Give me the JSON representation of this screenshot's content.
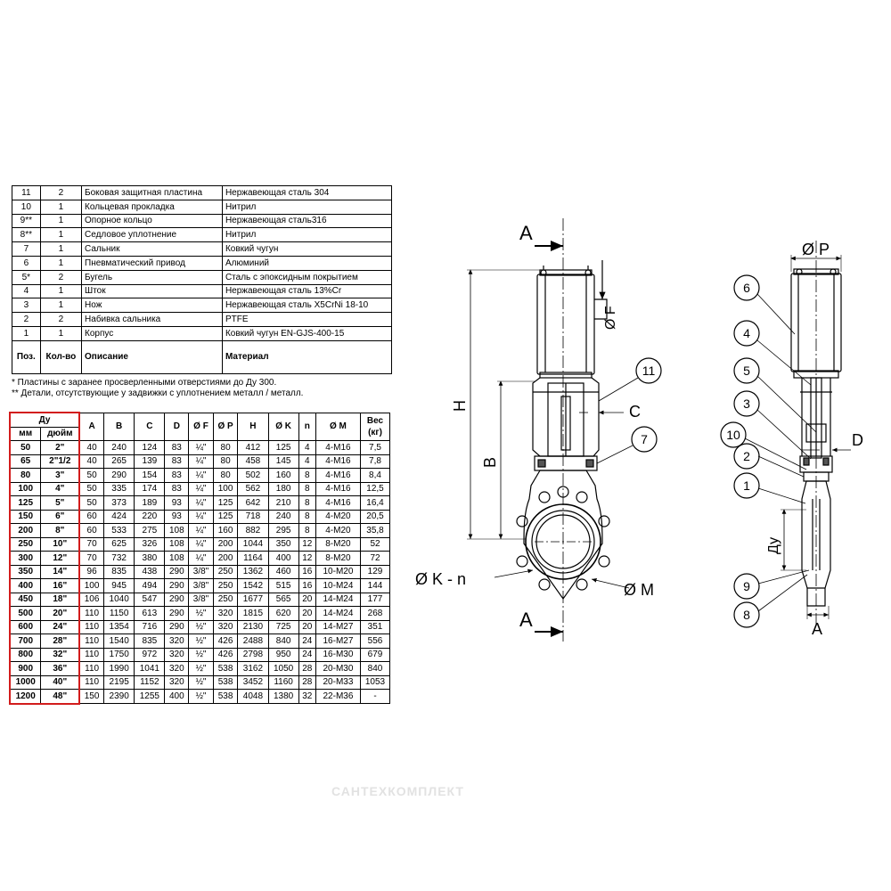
{
  "parts_table": {
    "rows": [
      {
        "pos": "11",
        "qty": "2",
        "desc": "Боковая защитная пластина",
        "mat": "Нержавеющая сталь 304"
      },
      {
        "pos": "10",
        "qty": "1",
        "desc": "Кольцевая прокладка",
        "mat": "Нитрил"
      },
      {
        "pos": "9**",
        "qty": "1",
        "desc": "Опорное кольцо",
        "mat": "Нержавеющая сталь316"
      },
      {
        "pos": "8**",
        "qty": "1",
        "desc": "Седловое уплотнение",
        "mat": "Нитрил"
      },
      {
        "pos": "7",
        "qty": "1",
        "desc": "Сальник",
        "mat": "Ковкий чугун"
      },
      {
        "pos": "6",
        "qty": "1",
        "desc": "Пневматический привод",
        "mat": "Алюминий"
      },
      {
        "pos": "5*",
        "qty": "2",
        "desc": "Бугель",
        "mat": "Сталь с эпоксидным покрытием"
      },
      {
        "pos": "4",
        "qty": "1",
        "desc": "Шток",
        "mat": "Нержавеющая сталь 13%Cr"
      },
      {
        "pos": "3",
        "qty": "1",
        "desc": "Нож",
        "mat": "Нержавеющая сталь X5CrNi 18-10"
      },
      {
        "pos": "2",
        "qty": "2",
        "desc": "Набивка сальника",
        "mat": "PTFE"
      },
      {
        "pos": "1",
        "qty": "1",
        "desc": "Корпус",
        "mat": "Ковкий чугун EN-GJS-400-15"
      }
    ],
    "header": {
      "pos": "Поз.",
      "qty": "Кол-во",
      "desc": "Описание",
      "mat": "Материал"
    }
  },
  "notes": {
    "note1": "* Пластины с заранее просверленными отверстиями до Ду 300.",
    "note2": "** Детали, отсутствующие у задвижки с уплотнением металл / металл."
  },
  "dims_table": {
    "header": {
      "du": "Ду",
      "mm": "мм",
      "inch": "дюйм",
      "A": "A",
      "B": "B",
      "C": "C",
      "D": "D",
      "F": "Ø F",
      "P": "Ø P",
      "H": "H",
      "K": "Ø K",
      "n": "n",
      "M": "Ø M",
      "wt": "Вес (кг)"
    },
    "rows": [
      [
        "50",
        "2\"",
        "40",
        "240",
        "124",
        "83",
        "¼\"",
        "80",
        "412",
        "125",
        "4",
        "4-M16",
        "7,5"
      ],
      [
        "65",
        "2\"1/2",
        "40",
        "265",
        "139",
        "83",
        "¼\"",
        "80",
        "458",
        "145",
        "4",
        "4-M16",
        "7,8"
      ],
      [
        "80",
        "3\"",
        "50",
        "290",
        "154",
        "83",
        "¼\"",
        "80",
        "502",
        "160",
        "8",
        "4-M16",
        "8,4"
      ],
      [
        "100",
        "4\"",
        "50",
        "335",
        "174",
        "83",
        "¼\"",
        "100",
        "562",
        "180",
        "8",
        "4-M16",
        "12,5"
      ],
      [
        "125",
        "5\"",
        "50",
        "373",
        "189",
        "93",
        "¼\"",
        "125",
        "642",
        "210",
        "8",
        "4-M16",
        "16,4"
      ],
      [
        "150",
        "6\"",
        "60",
        "424",
        "220",
        "93",
        "¼\"",
        "125",
        "718",
        "240",
        "8",
        "4-M20",
        "20,5"
      ],
      [
        "200",
        "8\"",
        "60",
        "533",
        "275",
        "108",
        "¼\"",
        "160",
        "882",
        "295",
        "8",
        "4-M20",
        "35,8"
      ],
      [
        "250",
        "10\"",
        "70",
        "625",
        "326",
        "108",
        "¼\"",
        "200",
        "1044",
        "350",
        "12",
        "8-M20",
        "52"
      ],
      [
        "300",
        "12\"",
        "70",
        "732",
        "380",
        "108",
        "¼\"",
        "200",
        "1164",
        "400",
        "12",
        "8-M20",
        "72"
      ],
      [
        "350",
        "14\"",
        "96",
        "835",
        "438",
        "290",
        "3/8\"",
        "250",
        "1362",
        "460",
        "16",
        "10-M20",
        "129"
      ],
      [
        "400",
        "16\"",
        "100",
        "945",
        "494",
        "290",
        "3/8\"",
        "250",
        "1542",
        "515",
        "16",
        "10-M24",
        "144"
      ],
      [
        "450",
        "18\"",
        "106",
        "1040",
        "547",
        "290",
        "3/8\"",
        "250",
        "1677",
        "565",
        "20",
        "14-M24",
        "177"
      ],
      [
        "500",
        "20\"",
        "110",
        "1150",
        "613",
        "290",
        "½\"",
        "320",
        "1815",
        "620",
        "20",
        "14-M24",
        "268"
      ],
      [
        "600",
        "24\"",
        "110",
        "1354",
        "716",
        "290",
        "½\"",
        "320",
        "2130",
        "725",
        "20",
        "14-M27",
        "351"
      ],
      [
        "700",
        "28\"",
        "110",
        "1540",
        "835",
        "320",
        "½\"",
        "426",
        "2488",
        "840",
        "24",
        "16-M27",
        "556"
      ],
      [
        "800",
        "32\"",
        "110",
        "1750",
        "972",
        "320",
        "½\"",
        "426",
        "2798",
        "950",
        "24",
        "16-M30",
        "679"
      ],
      [
        "900",
        "36\"",
        "110",
        "1990",
        "1041",
        "320",
        "½\"",
        "538",
        "3162",
        "1050",
        "28",
        "20-M30",
        "840"
      ],
      [
        "1000",
        "40\"",
        "110",
        "2195",
        "1152",
        "320",
        "½\"",
        "538",
        "3452",
        "1160",
        "28",
        "20-M33",
        "1053"
      ],
      [
        "1200",
        "48\"",
        "150",
        "2390",
        "1255",
        "400",
        "½\"",
        "538",
        "4048",
        "1380",
        "32",
        "22-M36",
        "-"
      ]
    ]
  },
  "drawing": {
    "section_a_top": "A",
    "section_a_bottom": "A",
    "label_H": "H",
    "label_B": "B",
    "label_C": "C",
    "label_F": "Ø F",
    "label_K": "Ø K - n",
    "label_M": "Ø M",
    "label_P": "Ø P",
    "label_D": "D",
    "label_Du": "Ду",
    "label_A_side": "A",
    "callouts_front": [
      "11",
      "7"
    ],
    "callouts_side": [
      "6",
      "4",
      "5",
      "3",
      "10",
      "2",
      "1",
      "9",
      "8"
    ]
  },
  "footer_brand": "САНТЕХКОМПЛЕКТ",
  "colors": {
    "accent_red": "#d21c1c",
    "line": "#000000"
  }
}
